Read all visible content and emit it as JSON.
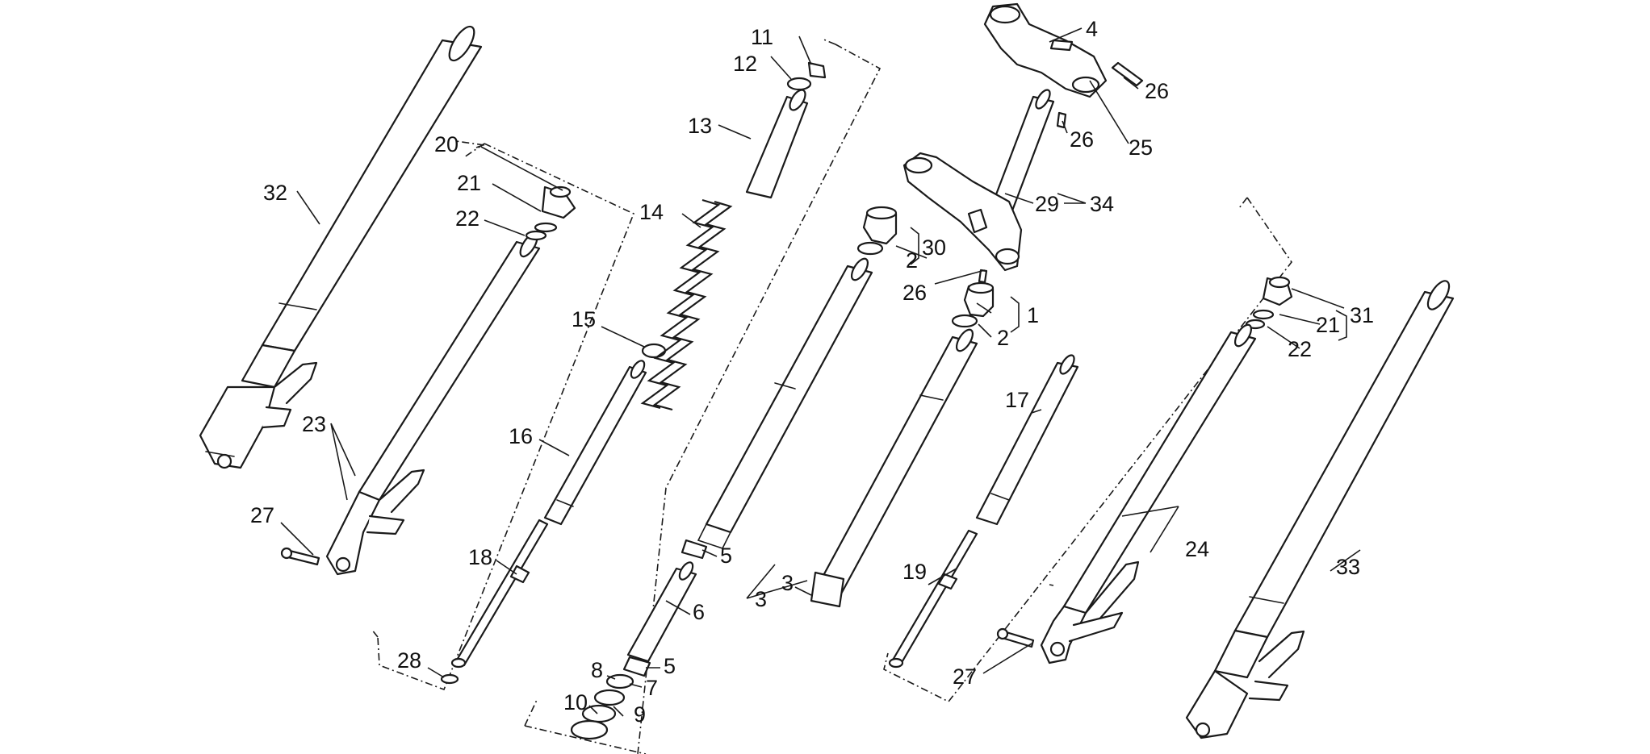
{
  "callouts": [
    {
      "id": "c32",
      "label": "32"
    },
    {
      "id": "c20",
      "label": "20"
    },
    {
      "id": "c21a",
      "label": "21"
    },
    {
      "id": "c22a",
      "label": "22"
    },
    {
      "id": "c23",
      "label": "23"
    },
    {
      "id": "c27a",
      "label": "27"
    },
    {
      "id": "c16",
      "label": "16"
    },
    {
      "id": "c18",
      "label": "18"
    },
    {
      "id": "c28",
      "label": "28"
    },
    {
      "id": "c15",
      "label": "15"
    },
    {
      "id": "c14",
      "label": "14"
    },
    {
      "id": "c13",
      "label": "13"
    },
    {
      "id": "c12",
      "label": "12"
    },
    {
      "id": "c11",
      "label": "11"
    },
    {
      "id": "c5a",
      "label": "5"
    },
    {
      "id": "c6",
      "label": "6"
    },
    {
      "id": "c5b",
      "label": "5"
    },
    {
      "id": "c7",
      "label": "7"
    },
    {
      "id": "c8",
      "label": "8"
    },
    {
      "id": "c9",
      "label": "9"
    },
    {
      "id": "c10",
      "label": "10"
    },
    {
      "id": "c3a",
      "label": "3"
    },
    {
      "id": "c3b",
      "label": "3"
    },
    {
      "id": "c4",
      "label": "4"
    },
    {
      "id": "c26a",
      "label": "26"
    },
    {
      "id": "c26b",
      "label": "26"
    },
    {
      "id": "c25",
      "label": "25"
    },
    {
      "id": "c29",
      "label": "29"
    },
    {
      "id": "c34",
      "label": "34"
    },
    {
      "id": "c30",
      "label": "30"
    },
    {
      "id": "c2a",
      "label": "2"
    },
    {
      "id": "c26c",
      "label": "26"
    },
    {
      "id": "c1",
      "label": "1"
    },
    {
      "id": "c2b",
      "label": "2"
    },
    {
      "id": "c17",
      "label": "17"
    },
    {
      "id": "c19",
      "label": "19"
    },
    {
      "id": "c27b",
      "label": "27"
    },
    {
      "id": "c31",
      "label": "31"
    },
    {
      "id": "c21b",
      "label": "21"
    },
    {
      "id": "c22b",
      "label": "22"
    },
    {
      "id": "c24",
      "label": "24"
    },
    {
      "id": "c33",
      "label": "33"
    }
  ]
}
